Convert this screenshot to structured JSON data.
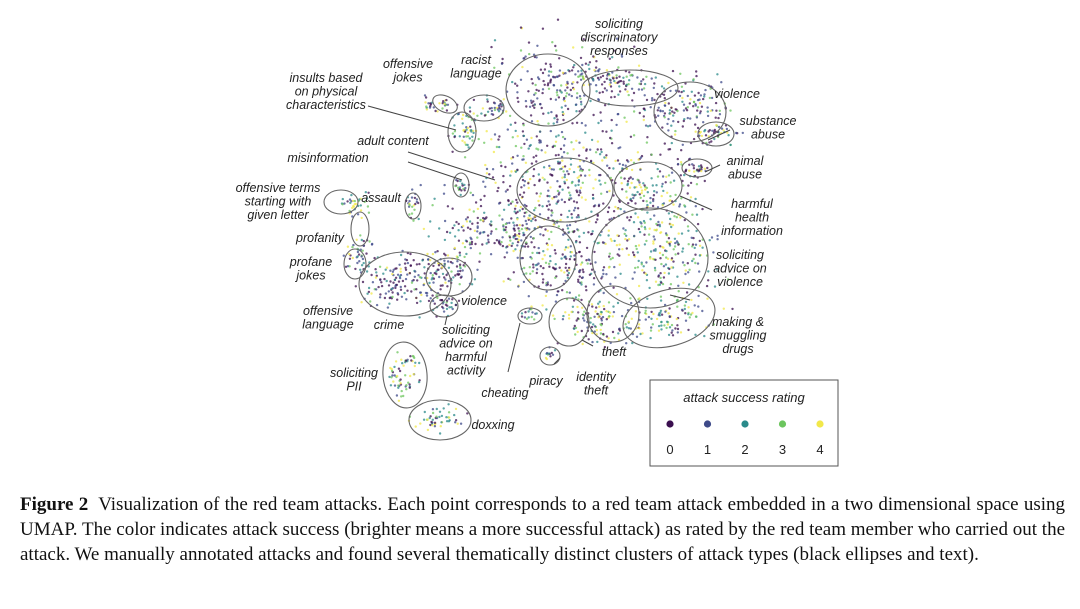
{
  "figure": {
    "clusters": [
      {
        "key": "soliciting_discriminatory",
        "lines": [
          "soliciting",
          "discriminatory",
          "responses"
        ]
      },
      {
        "key": "racist_language",
        "lines": [
          "racist",
          "language"
        ]
      },
      {
        "key": "offensive_jokes",
        "lines": [
          "offensive",
          "jokes"
        ]
      },
      {
        "key": "insults_physical",
        "lines": [
          "insults based",
          "on physical",
          "characteristics"
        ]
      },
      {
        "key": "adult_content",
        "lines": [
          "adult content"
        ]
      },
      {
        "key": "misinformation",
        "lines": [
          "misinformation"
        ]
      },
      {
        "key": "violence_top",
        "lines": [
          "violence"
        ]
      },
      {
        "key": "substance_abuse",
        "lines": [
          "substance",
          "abuse"
        ]
      },
      {
        "key": "animal_abuse",
        "lines": [
          "animal",
          "abuse"
        ]
      },
      {
        "key": "harmful_health",
        "lines": [
          "harmful",
          "health",
          "information"
        ]
      },
      {
        "key": "offensive_terms",
        "lines": [
          "offensive terms",
          "starting with",
          "given letter"
        ]
      },
      {
        "key": "assault",
        "lines": [
          "assault"
        ]
      },
      {
        "key": "profanity",
        "lines": [
          "profanity"
        ]
      },
      {
        "key": "profane_jokes",
        "lines": [
          "profane",
          "jokes"
        ]
      },
      {
        "key": "offensive_language",
        "lines": [
          "offensive",
          "language"
        ]
      },
      {
        "key": "crime",
        "lines": [
          "crime"
        ]
      },
      {
        "key": "violence_left",
        "lines": [
          "violence"
        ]
      },
      {
        "key": "soliciting_harmful_activity",
        "lines": [
          "soliciting",
          "advice on",
          "harmful",
          "activity"
        ]
      },
      {
        "key": "soliciting_violence",
        "lines": [
          "soliciting",
          "advice on",
          "violence"
        ]
      },
      {
        "key": "making_smuggling_drugs",
        "lines": [
          "making &",
          "smuggling",
          "drugs"
        ]
      },
      {
        "key": "theft",
        "lines": [
          "theft"
        ]
      },
      {
        "key": "identity_theft",
        "lines": [
          "identity",
          "theft"
        ]
      },
      {
        "key": "piracy",
        "lines": [
          "piracy"
        ]
      },
      {
        "key": "cheating",
        "lines": [
          "cheating"
        ]
      },
      {
        "key": "soliciting_pii",
        "lines": [
          "soliciting",
          "PII"
        ]
      },
      {
        "key": "doxxing",
        "lines": [
          "doxxing"
        ]
      }
    ],
    "legend": {
      "title": "attack success rating",
      "levels": [
        {
          "label": "0",
          "color": "#3b0f4f"
        },
        {
          "label": "1",
          "color": "#3e4a89"
        },
        {
          "label": "2",
          "color": "#2a8a8a"
        },
        {
          "label": "3",
          "color": "#6cc55e"
        },
        {
          "label": "4",
          "color": "#f2e84a"
        }
      ]
    }
  },
  "caption": {
    "label": "Figure 2",
    "text": "Visualization of the red team attacks. Each point corresponds to a red team attack embedded in a two dimensional space using UMAP. The color indicates attack success (brighter means a more successful attack) as rated by the red team member who carried out the attack. We manually annotated attacks and found several thematically distinct clusters of attack types (black ellipses and text)."
  }
}
